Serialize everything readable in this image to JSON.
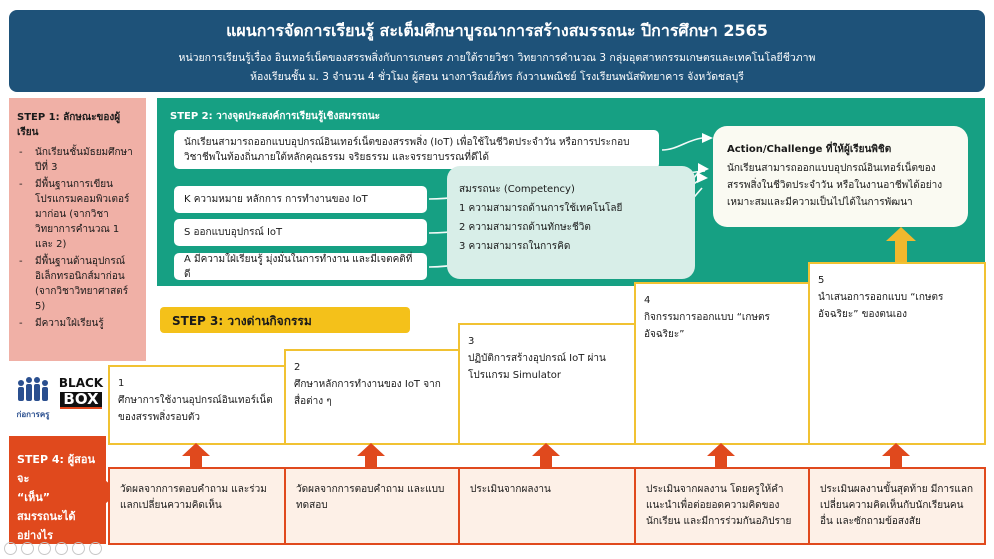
{
  "header": {
    "title": "แผนการจัดการเรียนรู้ สะเต็มศึกษาบูรณาการสร้างสมรรถนะ ปีการศึกษา 2565",
    "line1": "หน่วยการเรียนรู้เรื่อง อินเทอร์เน็ตของสรรพสิ่งกับการเกษตร ภายใต้รายวิชา วิทยาการคำนวณ 3 กลุ่มอุตสาหกรรมเกษตรและเทคโนโลยีชีวภาพ",
    "line2": "ห้องเรียนชั้น ม. 3 จำนวน 4 ชั่วโมง ผู้สอน นางการิณย์ภัทร  กังวานพณิชย์ โรงเรียนพนัสพิทยาคาร จังหวัดชลบุรี"
  },
  "step1": {
    "title": "STEP 1: ลักษณะของผู้เรียน",
    "items": [
      "นักเรียนชั้นมัธยมศึกษาปีที่ 3",
      "มีพื้นฐานการเขียนโปรแกรมคอมพิวเตอร์มาก่อน (จากวิชาวิทยาการคำนวณ 1 และ 2)",
      "มีพื้นฐานด้านอุปกรณ์อิเล็กทรอนิกส์มาก่อน (จากวิชาวิทยาศาสตร์ 5)",
      "มีความใฝ่เรียนรู้"
    ]
  },
  "step2": {
    "title": "STEP 2: วางจุดประสงค์การเรียนรู้เชิงสมรรถนะ",
    "objective": "นักเรียนสามารถออกแบบอุปกรณ์อินเทอร์เน็ตของสรรพสิ่ง (IoT) เพื่อใช้ในชีวิตประจำวัน หรือการประกอบวิชาชีพในท้องถิ่นภายใต้หลักคุณธรรม จริยธรรม และจรรยาบรรณที่ดีได้",
    "k": "K ความหมาย หลักการ การทำงานของ IoT",
    "s": "S ออกแบบอุปกรณ์ IoT",
    "a": "A มีความใฝ่เรียนรู้ มุ่งมั่นในการทำงาน และมีเจตคติที่ดี",
    "competency": {
      "title": "สมรรถนะ (Competency)",
      "items": [
        "1 ความสามารถด้านการใช้เทคโนโลยี",
        "2 ความสามารถด้านทักษะชีวิต",
        "3 ความสามารถในการคิด"
      ]
    },
    "action": {
      "title": "Action/Challenge ที่ให้ผู้เรียนพิชิต",
      "text": "นักเรียนสามารถออกแบบอุปกรณ์อินเทอร์เน็ตของสรรพสิ่งในชีวิตประจำวัน หรือในงานอาชีพได้อย่างเหมาะสมและมีความเป็นไปได้ในการพัฒนา"
    }
  },
  "step3": {
    "title": "STEP 3: วางด่านกิจกรรม",
    "activities": [
      {
        "num": "1",
        "text": "ศึกษาการใช้งานอุปกรณ์อินเทอร์เน็ตของสรรพสิ่งรอบตัว"
      },
      {
        "num": "2",
        "text": "ศึกษาหลักการทำงานของ IoT จากสื่อต่าง ๆ"
      },
      {
        "num": "3",
        "text": "ปฏิบัติการสร้างอุปกรณ์ IoT ผ่านโปรแกรม Simulator"
      },
      {
        "num": "4",
        "text": "กิจกรรมการออกแบบ “เกษตรอัจฉริยะ”"
      },
      {
        "num": "5",
        "text": "นำเสนอการออกแบบ “เกษตรอัจฉริยะ” ของตนเอง"
      }
    ]
  },
  "step4": {
    "title_a": "STEP 4: ผู้สอนจะ",
    "title_b": "“เห็น”",
    "title_c": "สมรรถนะได้",
    "title_d": "อย่างไร",
    "assessments": [
      "วัดผลจากการตอบคำถาม และร่วมแลกเปลี่ยนความคิดเห็น",
      "วัดผลจากการตอบคำถาม และแบบทดสอบ",
      "ประเมินจากผลงาน",
      "ประเมินจากผลงาน โดยครูให้คำแนะนำเพื่อต่อยอดความคิดของนักเรียน และมีการร่วมกันอภิปราย",
      "ประเมินผลงานขั้นสุดท้าย มีการแลกเปลี่ยนความคิดเห็นกับนักเรียนคนอื่น และซักถามข้อสงสัย"
    ]
  },
  "logos": {
    "left": "ก่อการครู",
    "right_a": "BLACK",
    "right_b": "BOX"
  },
  "colors": {
    "header": "#1e5279",
    "step1": "#f0b0a6",
    "step2": "#16a083",
    "step3": "#f4c11a",
    "step4": "#e0491d"
  }
}
